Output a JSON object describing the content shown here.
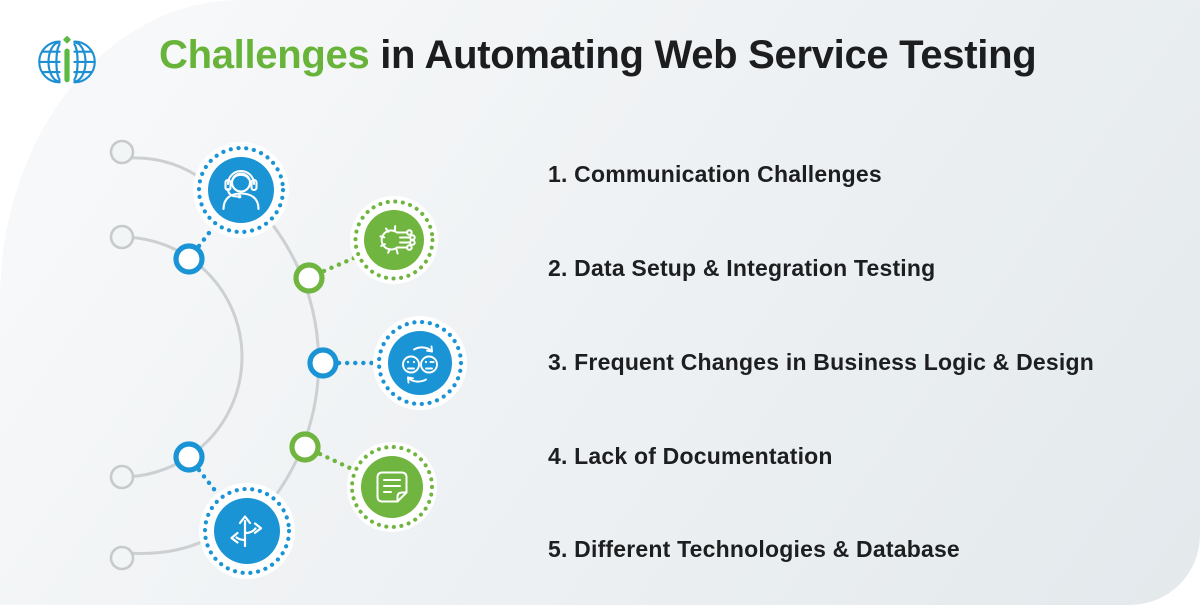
{
  "title": {
    "highlight": "Challenges",
    "rest": " in Automating Web Service Testing"
  },
  "logo": {
    "name": "globe-i-logo"
  },
  "list": {
    "items": [
      {
        "label": "1. Communication Challenges"
      },
      {
        "label": "2. Data Setup & Integration Testing"
      },
      {
        "label": "3. Frequent Changes in Business Logic & Design"
      },
      {
        "label": "4. Lack of Documentation"
      },
      {
        "label": "5. Different Technologies & Database"
      }
    ]
  },
  "diagram": {
    "icon_nodes": [
      {
        "icon": "support-agent-icon",
        "color": "#1b94d5",
        "position": "top"
      },
      {
        "icon": "gear-integration-icon",
        "color": "#6fb53f",
        "position": "upper-right"
      },
      {
        "icon": "faces-change-icon",
        "color": "#1b94d5",
        "position": "middle-right"
      },
      {
        "icon": "document-icon",
        "color": "#6fb53f",
        "position": "lower-right"
      },
      {
        "icon": "direction-arrows-icon",
        "color": "#1b94d5",
        "position": "bottom"
      }
    ]
  },
  "colors": {
    "blue": "#1b94d5",
    "green": "#6fb53f",
    "title_green": "#68b43a",
    "text_dark": "#1d1e20",
    "arc_gray": "#cdd0d2",
    "bg_light": "#f9fafb",
    "bg_dark": "#e3e9ec"
  }
}
